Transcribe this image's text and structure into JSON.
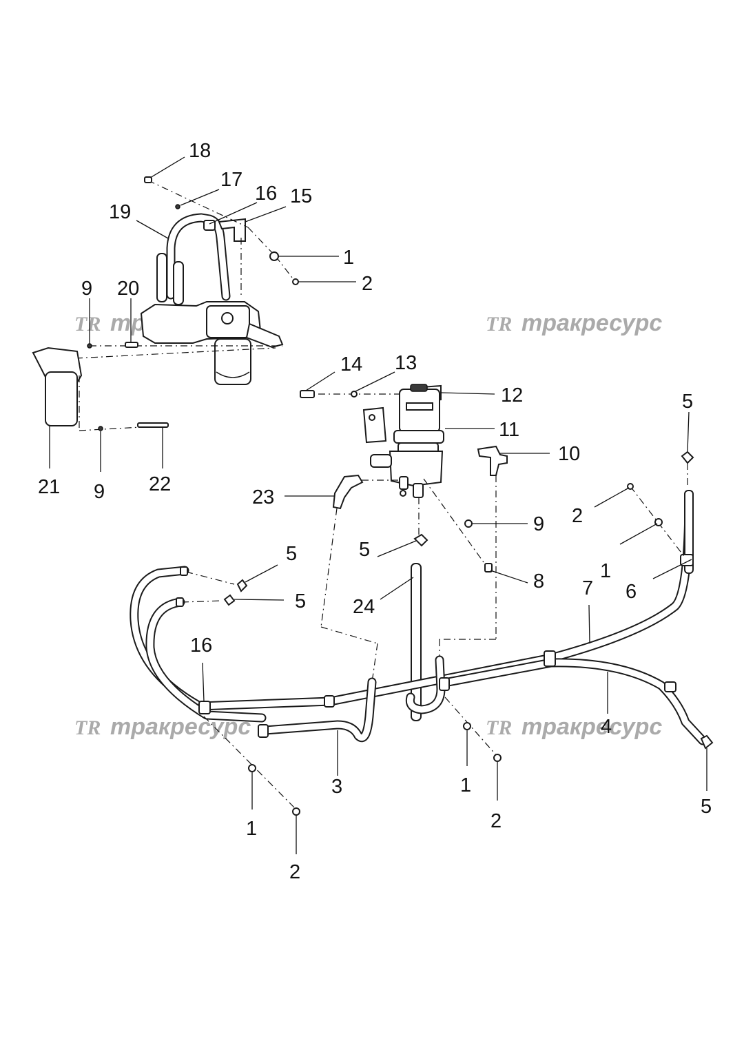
{
  "watermark": {
    "logo": "TR",
    "text": "тракресурс"
  },
  "callouts": [
    {
      "id": "c18",
      "label": "18"
    },
    {
      "id": "c17",
      "label": "17"
    },
    {
      "id": "c16a",
      "label": "16"
    },
    {
      "id": "c15",
      "label": "15"
    },
    {
      "id": "c19",
      "label": "19"
    },
    {
      "id": "c1a",
      "label": "1"
    },
    {
      "id": "c2a",
      "label": "2"
    },
    {
      "id": "c9a",
      "label": "9"
    },
    {
      "id": "c20",
      "label": "20"
    },
    {
      "id": "c21",
      "label": "21"
    },
    {
      "id": "c9b",
      "label": "9"
    },
    {
      "id": "c22",
      "label": "22"
    },
    {
      "id": "c14",
      "label": "14"
    },
    {
      "id": "c13",
      "label": "13"
    },
    {
      "id": "c12",
      "label": "12"
    },
    {
      "id": "c11",
      "label": "11"
    },
    {
      "id": "c10",
      "label": "10"
    },
    {
      "id": "c23",
      "label": "23"
    },
    {
      "id": "c9c",
      "label": "9"
    },
    {
      "id": "c5a",
      "label": "5"
    },
    {
      "id": "c8",
      "label": "8"
    },
    {
      "id": "c5b",
      "label": "5"
    },
    {
      "id": "c2b",
      "label": "2"
    },
    {
      "id": "c1b",
      "label": "1"
    },
    {
      "id": "c6",
      "label": "6"
    },
    {
      "id": "c7",
      "label": "7"
    },
    {
      "id": "c5c",
      "label": "5"
    },
    {
      "id": "c5d",
      "label": "5"
    },
    {
      "id": "c24",
      "label": "24"
    },
    {
      "id": "c16b",
      "label": "16"
    },
    {
      "id": "c4",
      "label": "4"
    },
    {
      "id": "c3",
      "label": "3"
    },
    {
      "id": "c1c",
      "label": "1"
    },
    {
      "id": "c2c",
      "label": "2"
    },
    {
      "id": "c5e",
      "label": "5"
    },
    {
      "id": "c1d",
      "label": "1"
    },
    {
      "id": "c2d",
      "label": "2"
    }
  ]
}
